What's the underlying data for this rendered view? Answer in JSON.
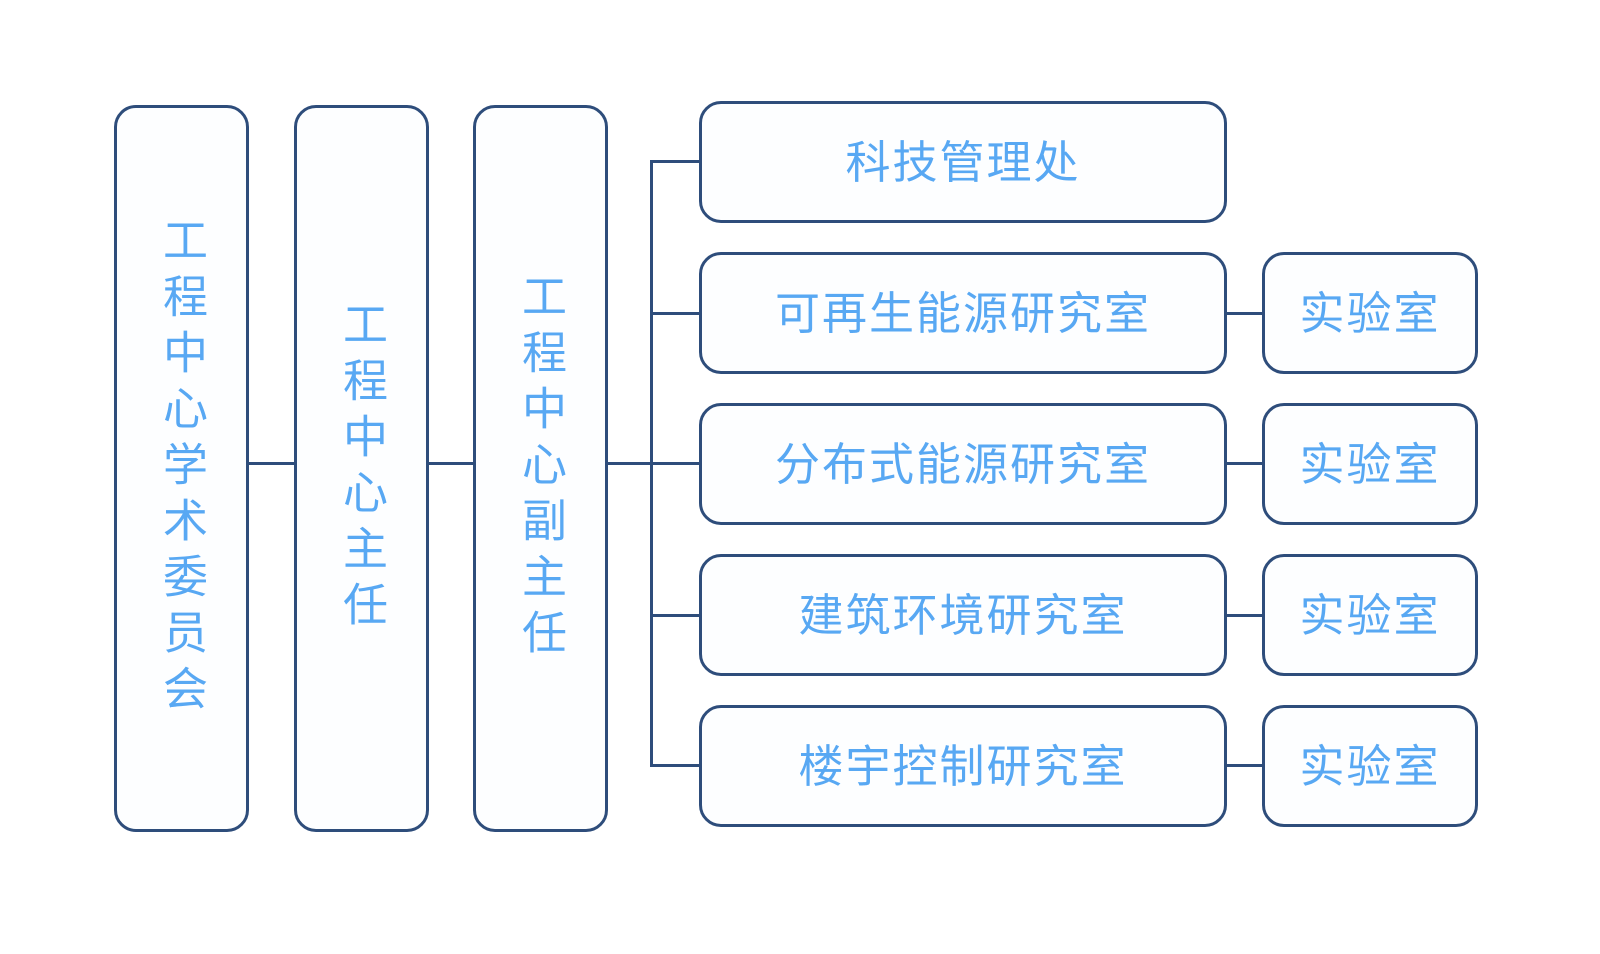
{
  "colors": {
    "border": "#2e4d7b",
    "text": "#58a8f3",
    "background": "#ffffff"
  },
  "org_chart": {
    "type": "organizational-chart",
    "level1": {
      "label": "工程中心学术委员会"
    },
    "level2": {
      "label": "工程中心主任"
    },
    "level3": {
      "label": "工程中心副主任"
    },
    "departments": [
      {
        "label": "科技管理处"
      },
      {
        "label": "可再生能源研究室",
        "lab": "实验室"
      },
      {
        "label": "分布式能源研究室",
        "lab": "实验室"
      },
      {
        "label": "建筑环境研究室",
        "lab": "实验室"
      },
      {
        "label": "楼宇控制研究室",
        "lab": "实验室"
      }
    ]
  }
}
